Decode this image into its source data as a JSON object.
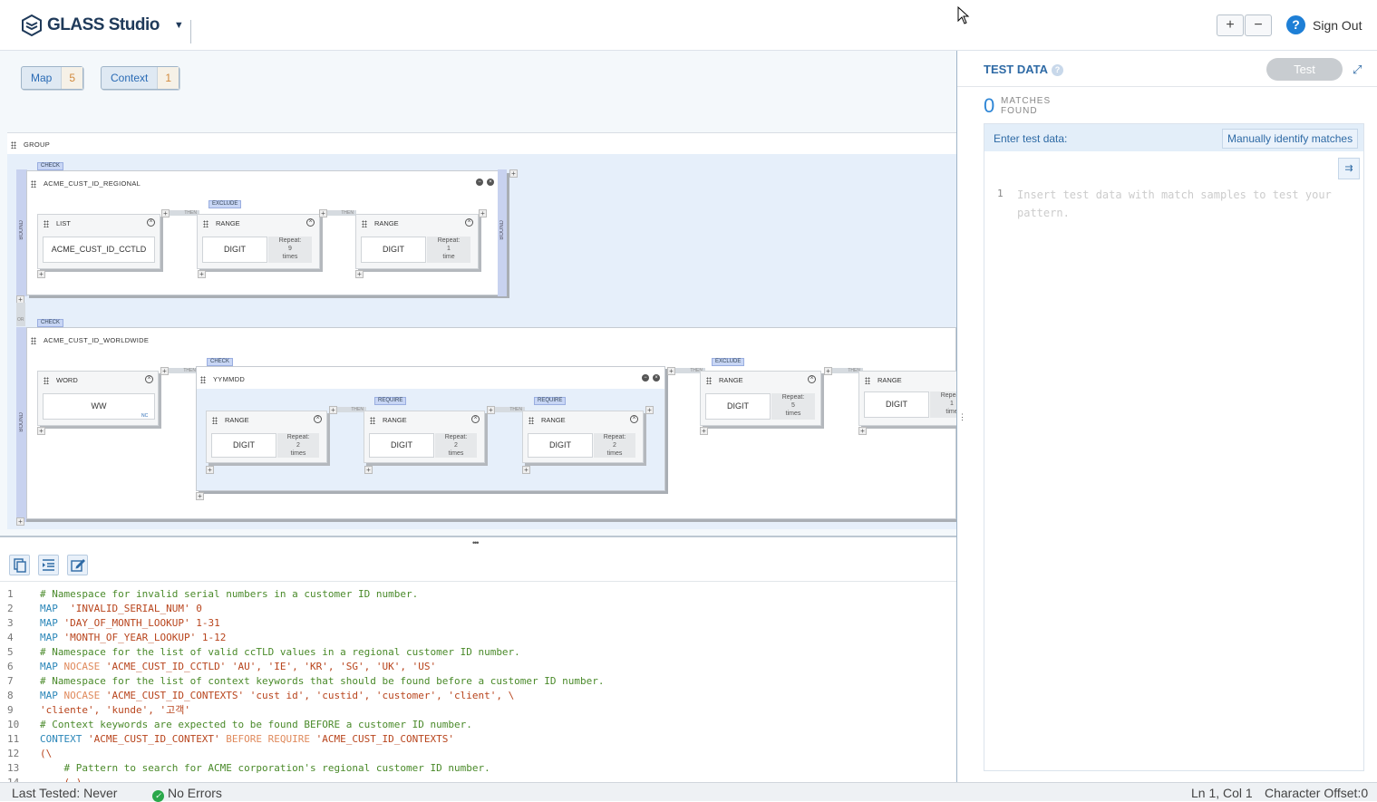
{
  "app": {
    "title": "GLASS Studio",
    "sign_out": "Sign Out",
    "zoom_in": "+",
    "zoom_out": "−"
  },
  "chips": [
    {
      "label": "Map",
      "count": "5"
    },
    {
      "label": "Context",
      "count": "1"
    }
  ],
  "canvas": {
    "group_label": "GROUP",
    "check_label": "CHECK",
    "exclude_label": "EXCLUDE",
    "require_label": "REQUIRE",
    "then_label": "THEN",
    "bound_label": "BOUND",
    "or_label": "OR",
    "regional": {
      "title": "ACME_CUST_ID_REGIONAL",
      "nodes": [
        {
          "type": "LIST",
          "value": "ACME_CUST_ID_CCTLD"
        },
        {
          "type": "RANGE",
          "value": "DIGIT",
          "repeat_label": "Repeat:",
          "repeat_n": "9",
          "repeat_unit": "times"
        },
        {
          "type": "RANGE",
          "value": "DIGIT",
          "repeat_label": "Repeat:",
          "repeat_n": "1",
          "repeat_unit": "time"
        }
      ]
    },
    "worldwide": {
      "title": "ACME_CUST_ID_WORLDWIDE",
      "word": {
        "type": "WORD",
        "value": "WW",
        "nc": "NC"
      },
      "yymmdd": {
        "title": "YYMMDD",
        "nodes": [
          {
            "type": "RANGE",
            "value": "DIGIT",
            "repeat_label": "Repeat:",
            "repeat_n": "2",
            "repeat_unit": "times"
          },
          {
            "type": "RANGE",
            "value": "DIGIT",
            "repeat_label": "Repeat:",
            "repeat_n": "2",
            "repeat_unit": "times"
          },
          {
            "type": "RANGE",
            "value": "DIGIT",
            "repeat_label": "Repeat:",
            "repeat_n": "2",
            "repeat_unit": "times"
          }
        ]
      },
      "after": [
        {
          "type": "RANGE",
          "value": "DIGIT",
          "repeat_label": "Repeat:",
          "repeat_n": "5",
          "repeat_unit": "times"
        },
        {
          "type": "RANGE",
          "value": "DIGIT",
          "repeat_label": "Repeat:",
          "repeat_n": "1",
          "repeat_unit": "time"
        }
      ]
    }
  },
  "code_lines": [
    [
      [
        "cm",
        "# Namespace for invalid serial numbers in a customer ID number."
      ]
    ],
    [
      [
        "kw",
        "MAP"
      ],
      [
        "",
        "  "
      ],
      [
        "st",
        "'INVALID_SERIAL_NUM'"
      ],
      [
        "st",
        " 0"
      ]
    ],
    [
      [
        "kw",
        "MAP"
      ],
      [
        "",
        ""
      ],
      [
        "st",
        " 'DAY_OF_MONTH_LOOKUP'"
      ],
      [
        "st",
        " 1-31"
      ]
    ],
    [
      [
        "kw",
        "MAP"
      ],
      [
        "st",
        " 'MONTH_OF_YEAR_LOOKUP'"
      ],
      [
        "st",
        " 1-12"
      ]
    ],
    [
      [
        "cm",
        "# Namespace for the list of valid ccTLD values in a regional customer ID number."
      ]
    ],
    [
      [
        "kw",
        "MAP"
      ],
      [
        "nc",
        " NOCASE"
      ],
      [
        "st",
        " 'ACME_CUST_ID_CCTLD'"
      ],
      [
        "st",
        " 'AU', 'IE', 'KR', 'SG', 'UK', 'US'"
      ]
    ],
    [
      [
        "cm",
        "# Namespace for the list of context keywords that should be found before a customer ID number."
      ]
    ],
    [
      [
        "kw",
        "MAP"
      ],
      [
        "nc",
        " NOCASE"
      ],
      [
        "st",
        " 'ACME_CUST_ID_CONTEXTS'"
      ],
      [
        "st",
        " 'cust id', 'custid', 'customer', 'client', \\"
      ]
    ],
    [
      [
        "st",
        "'cliente', 'kunde', '고객'"
      ]
    ],
    [
      [
        "cm",
        "# Context keywords are expected to be found BEFORE a customer ID number."
      ]
    ],
    [
      [
        "kw",
        "CONTEXT"
      ],
      [
        "st",
        " 'ACME_CUST_ID_CONTEXT'"
      ],
      [
        "nc",
        " BEFORE REQUIRE"
      ],
      [
        "st",
        " 'ACME_CUST_ID_CONTEXTS'"
      ]
    ],
    [
      [
        "st",
        "(\\"
      ]
    ],
    [
      [
        "cm",
        "    # Pattern to search for ACME corporation's regional customer ID number."
      ]
    ],
    [
      [
        "st",
        "    ( )"
      ]
    ]
  ],
  "status": {
    "last_tested": "Last Tested: Never",
    "errors": "No Errors",
    "position": "Ln 1, Col 1",
    "offset": "Character Offset:0"
  },
  "test_panel": {
    "title": "TEST DATA",
    "test_button": "Test",
    "matches_count": "0",
    "matches_label_1": "MATCHES",
    "matches_label_2": "FOUND",
    "enter_label": "Enter test data:",
    "manual_button": "Manually identify matches",
    "line_number": "1",
    "placeholder": "Insert test data with match samples to test your pattern."
  }
}
